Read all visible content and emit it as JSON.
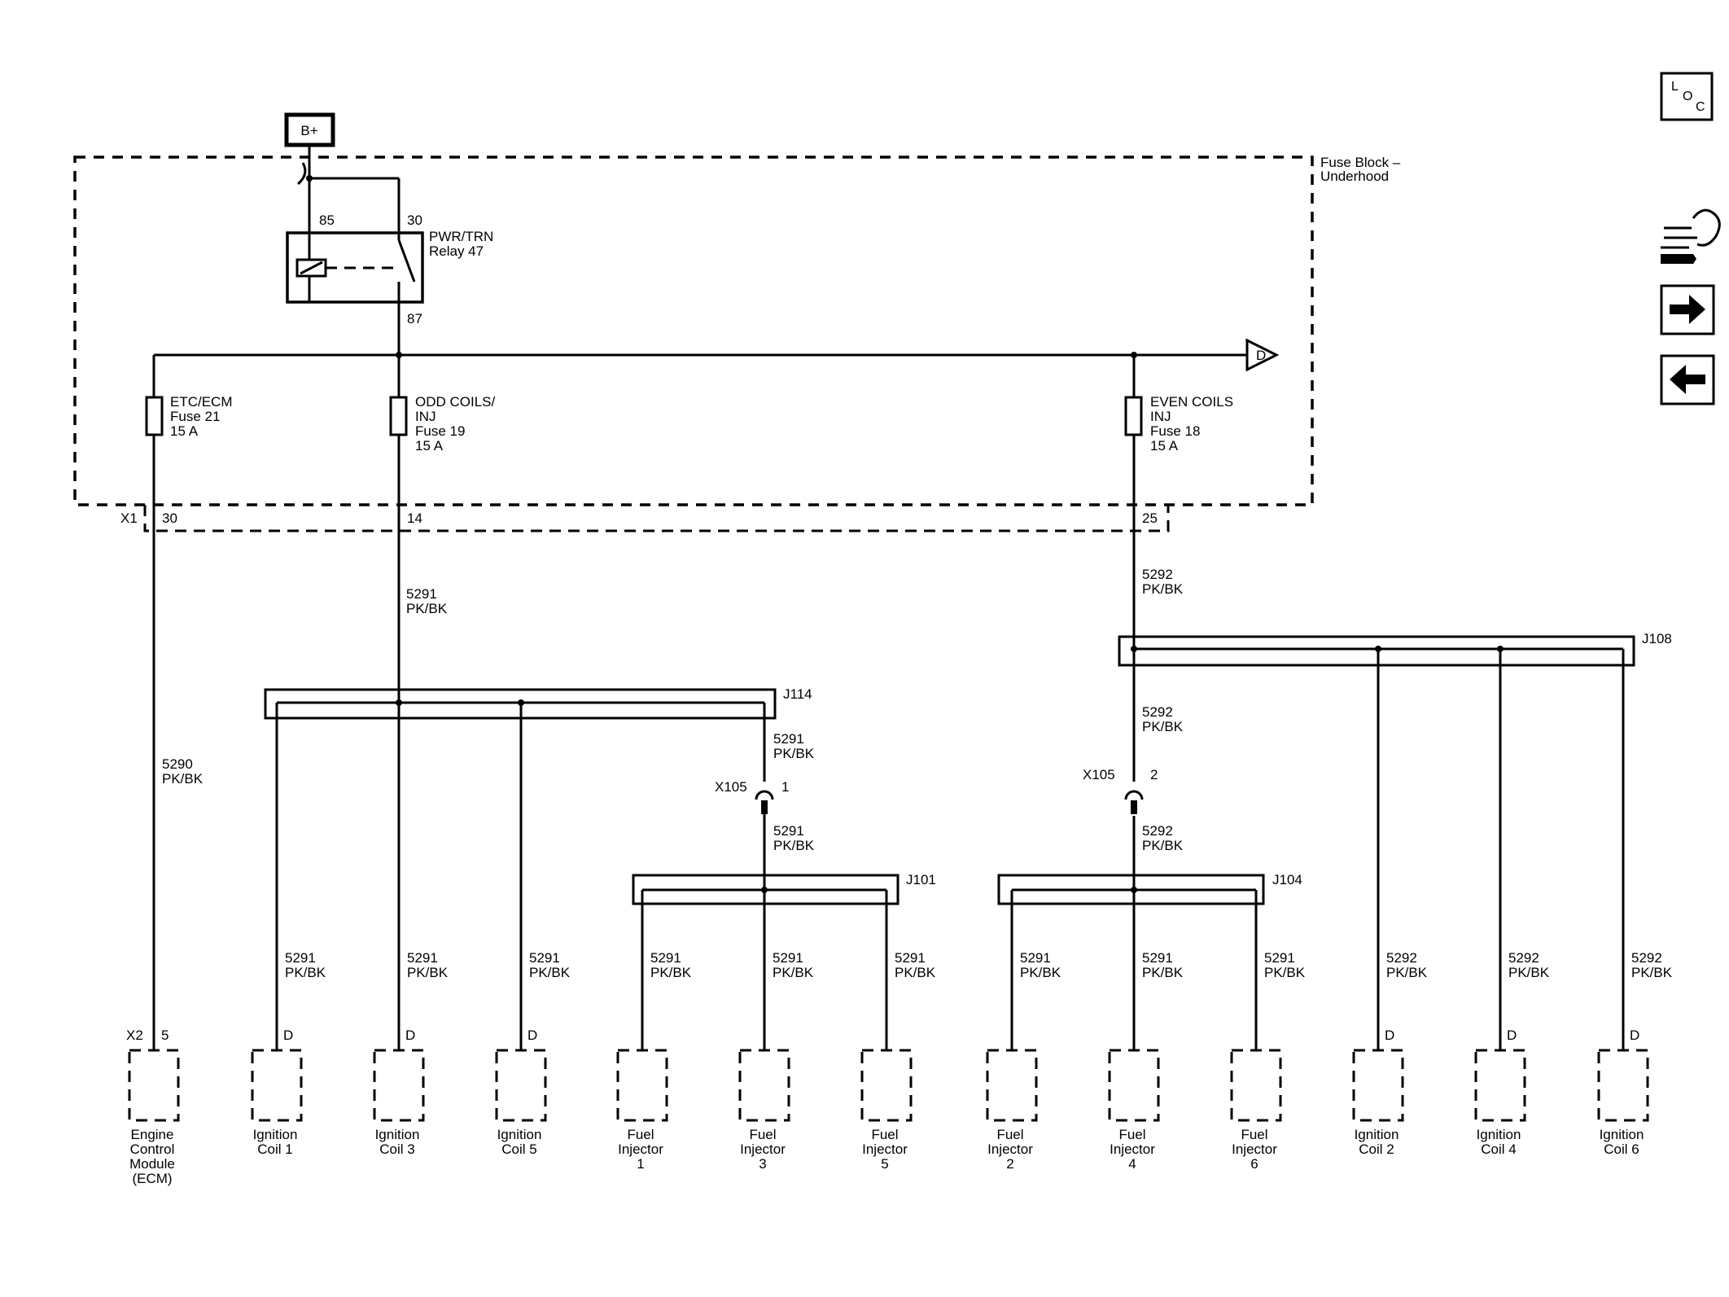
{
  "power": {
    "source": "B+"
  },
  "fuse_block": {
    "line1": "Fuse Block –",
    "line2": "Underhood"
  },
  "relay": {
    "name_line1": "PWR/TRN",
    "name_line2": "Relay 47",
    "pin85": "85",
    "pin30": "30",
    "pin87": "87"
  },
  "offpage": {
    "letter": "D"
  },
  "fuses": [
    {
      "l1": "ETC/ECM",
      "l2": "Fuse 21",
      "l3": "15 A",
      "l4": ""
    },
    {
      "l1": "ODD COILS/",
      "l2": "INJ",
      "l3": "Fuse 19",
      "l4": "15 A"
    },
    {
      "l1": "EVEN COILS",
      "l2": "INJ",
      "l3": "Fuse 18",
      "l4": "15 A"
    }
  ],
  "connector_x1": {
    "name": "X1",
    "pins": [
      "30",
      "14",
      "25"
    ]
  },
  "circuits": {
    "c5290": {
      "num": "5290",
      "color": "PK/BK"
    },
    "c5291": {
      "num": "5291",
      "color": "PK/BK"
    },
    "c5292": {
      "num": "5292",
      "color": "PK/BK"
    }
  },
  "splices": {
    "j114": "J114",
    "j101": "J101",
    "j104": "J104",
    "j108": "J108"
  },
  "x105": {
    "name": "X105",
    "pin1": "1",
    "pin2": "2"
  },
  "connector_x2": {
    "name": "X2",
    "pin": "5"
  },
  "pin_d": "D",
  "components": [
    {
      "lines": [
        "Engine",
        "Control",
        "Module",
        "(ECM)"
      ]
    },
    {
      "lines": [
        "Ignition",
        "Coil 1"
      ]
    },
    {
      "lines": [
        "Ignition",
        "Coil 3"
      ]
    },
    {
      "lines": [
        "Ignition",
        "Coil 5"
      ]
    },
    {
      "lines": [
        "Fuel",
        "Injector",
        "1"
      ]
    },
    {
      "lines": [
        "Fuel",
        "Injector",
        "3"
      ]
    },
    {
      "lines": [
        "Fuel",
        "Injector",
        "5"
      ]
    },
    {
      "lines": [
        "Fuel",
        "Injector",
        "2"
      ]
    },
    {
      "lines": [
        "Fuel",
        "Injector",
        "4"
      ]
    },
    {
      "lines": [
        "Fuel",
        "Injector",
        "6"
      ]
    },
    {
      "lines": [
        "Ignition",
        "Coil 2"
      ]
    },
    {
      "lines": [
        "Ignition",
        "Coil 4"
      ]
    },
    {
      "lines": [
        "Ignition",
        "Coil 6"
      ]
    }
  ],
  "nav": {
    "loc": {
      "l": "L",
      "o": "O",
      "c": "C"
    },
    "icons": [
      "component-locator-icon",
      "connector-view-icon",
      "next-page-arrow-icon",
      "previous-page-arrow-icon"
    ]
  }
}
